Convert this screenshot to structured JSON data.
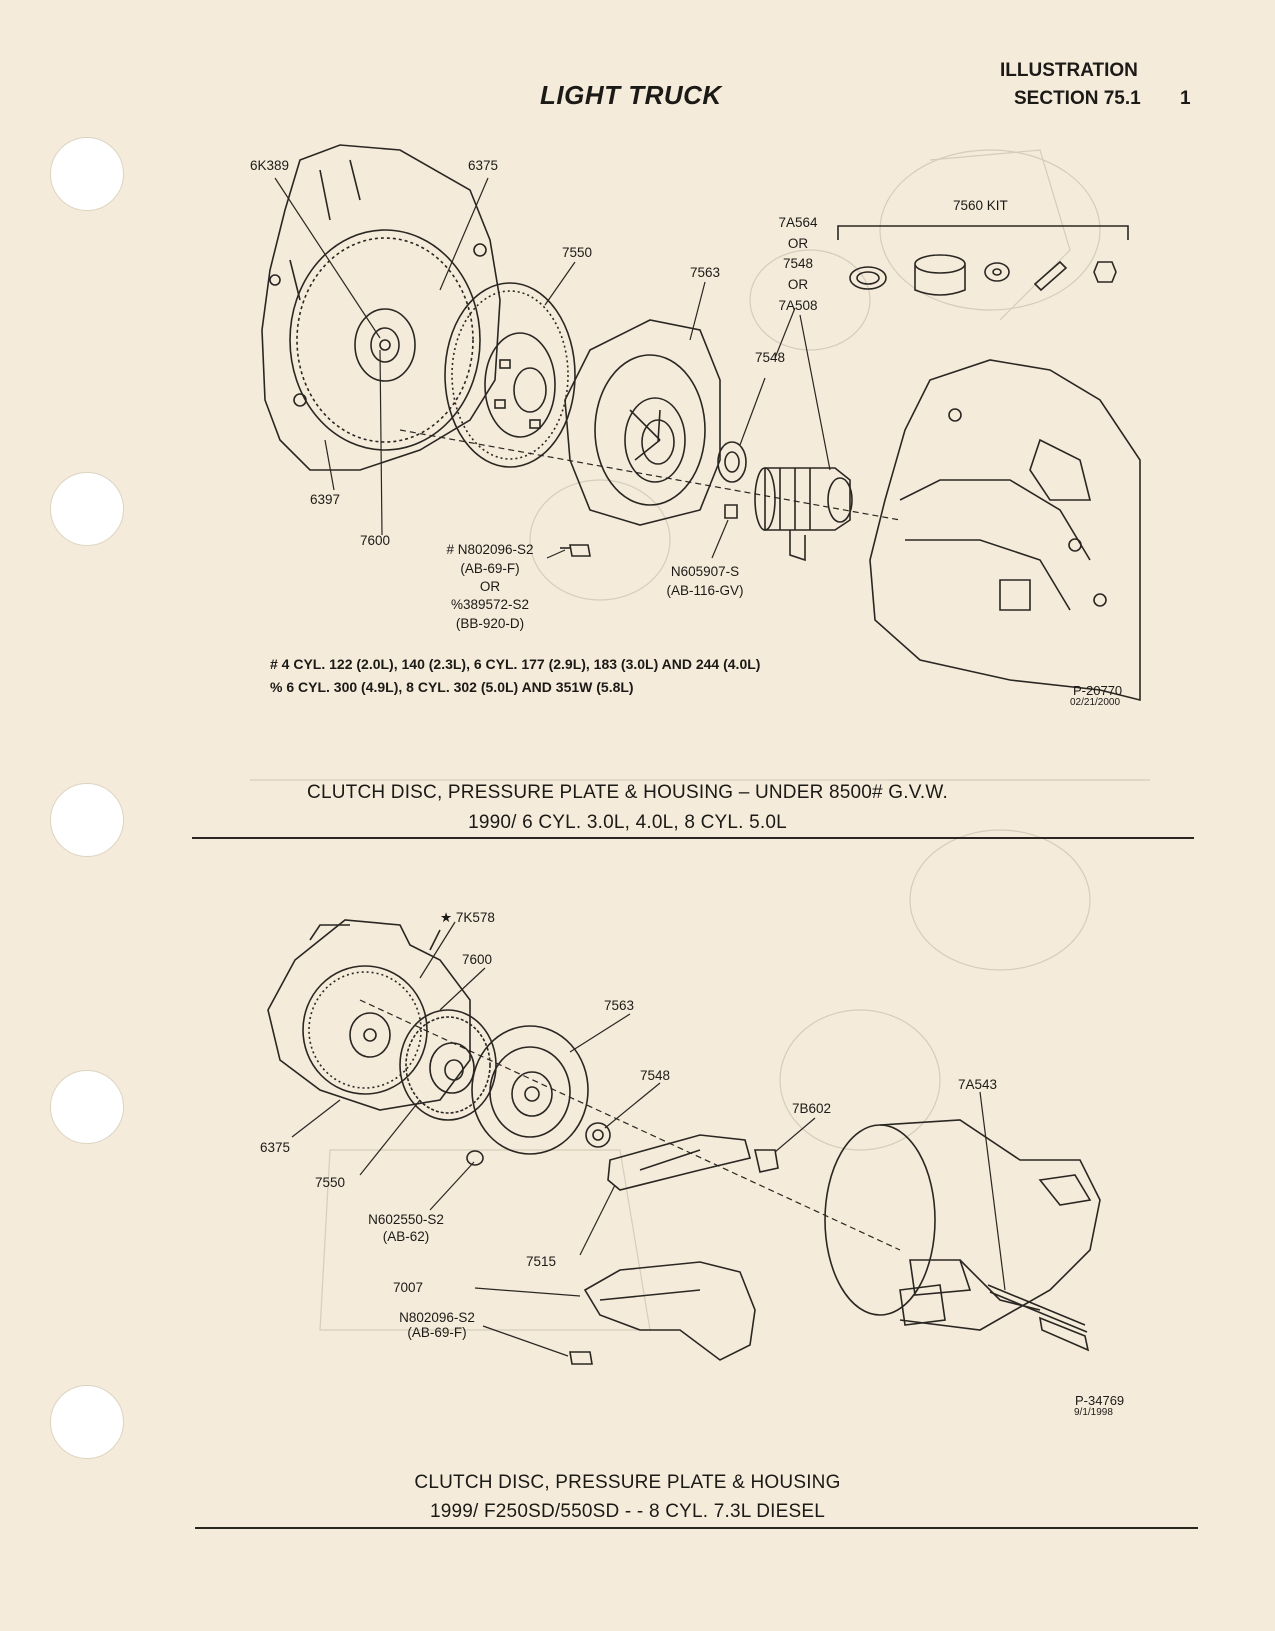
{
  "header": {
    "title": "LIGHT TRUCK",
    "illustration": "ILLUSTRATION",
    "section": "SECTION 75.1",
    "page_number": "1"
  },
  "figure1": {
    "labels": {
      "6K389": "6K389",
      "6375": "6375",
      "7550": "7550",
      "7563": "7563",
      "7a564": "7A564",
      "or1": "OR",
      "7548a": "7548",
      "or2": "OR",
      "7a508": "7A508",
      "kit": "7560 KIT",
      "7548b": "7548",
      "6397": "6397",
      "7600": "7600",
      "n802096_s2": "# N802096-S2",
      "ab69f": "(AB-69-F)",
      "or3": "OR",
      "pct389572": "%389572-S2",
      "bb920d": "(BB-920-D)",
      "n605907": "N605907-S",
      "ab116gv": "(AB-116-GV)"
    },
    "notes": [
      "# 4 CYL. 122 (2.0L), 140 (2.3L), 6 CYL. 177 (2.9L), 183 (3.0L) AND 244 (4.0L)",
      "% 6 CYL. 300 (4.9L), 8 CYL. 302 (5.0L) AND 351W (5.8L)"
    ],
    "ref_number": "P-20770",
    "ref_date": "02/21/2000",
    "caption_line1": "CLUTCH DISC, PRESSURE PLATE & HOUSING – UNDER 8500# G.V.W.",
    "caption_line2": "1990/ 6 CYL. 3.0L, 4.0L, 8 CYL. 5.0L"
  },
  "figure2": {
    "labels": {
      "7k578": "★ 7K578",
      "7600": "7600",
      "7563": "7563",
      "7548": "7548",
      "7b602": "7B602",
      "7a543": "7A543",
      "6375": "6375",
      "7550": "7550",
      "n602550": "N602550-S2",
      "ab62": "(AB-62)",
      "7515": "7515",
      "7007": "7007",
      "n802096": "N802096-S2",
      "ab69f": "(AB-69-F)"
    },
    "ref_number": "P-34769",
    "ref_date": "9/1/1998",
    "caption_line1": "CLUTCH DISC, PRESSURE PLATE & HOUSING",
    "caption_line2": "1999/ F250SD/550SD - - 8 CYL. 7.3L DIESEL"
  }
}
